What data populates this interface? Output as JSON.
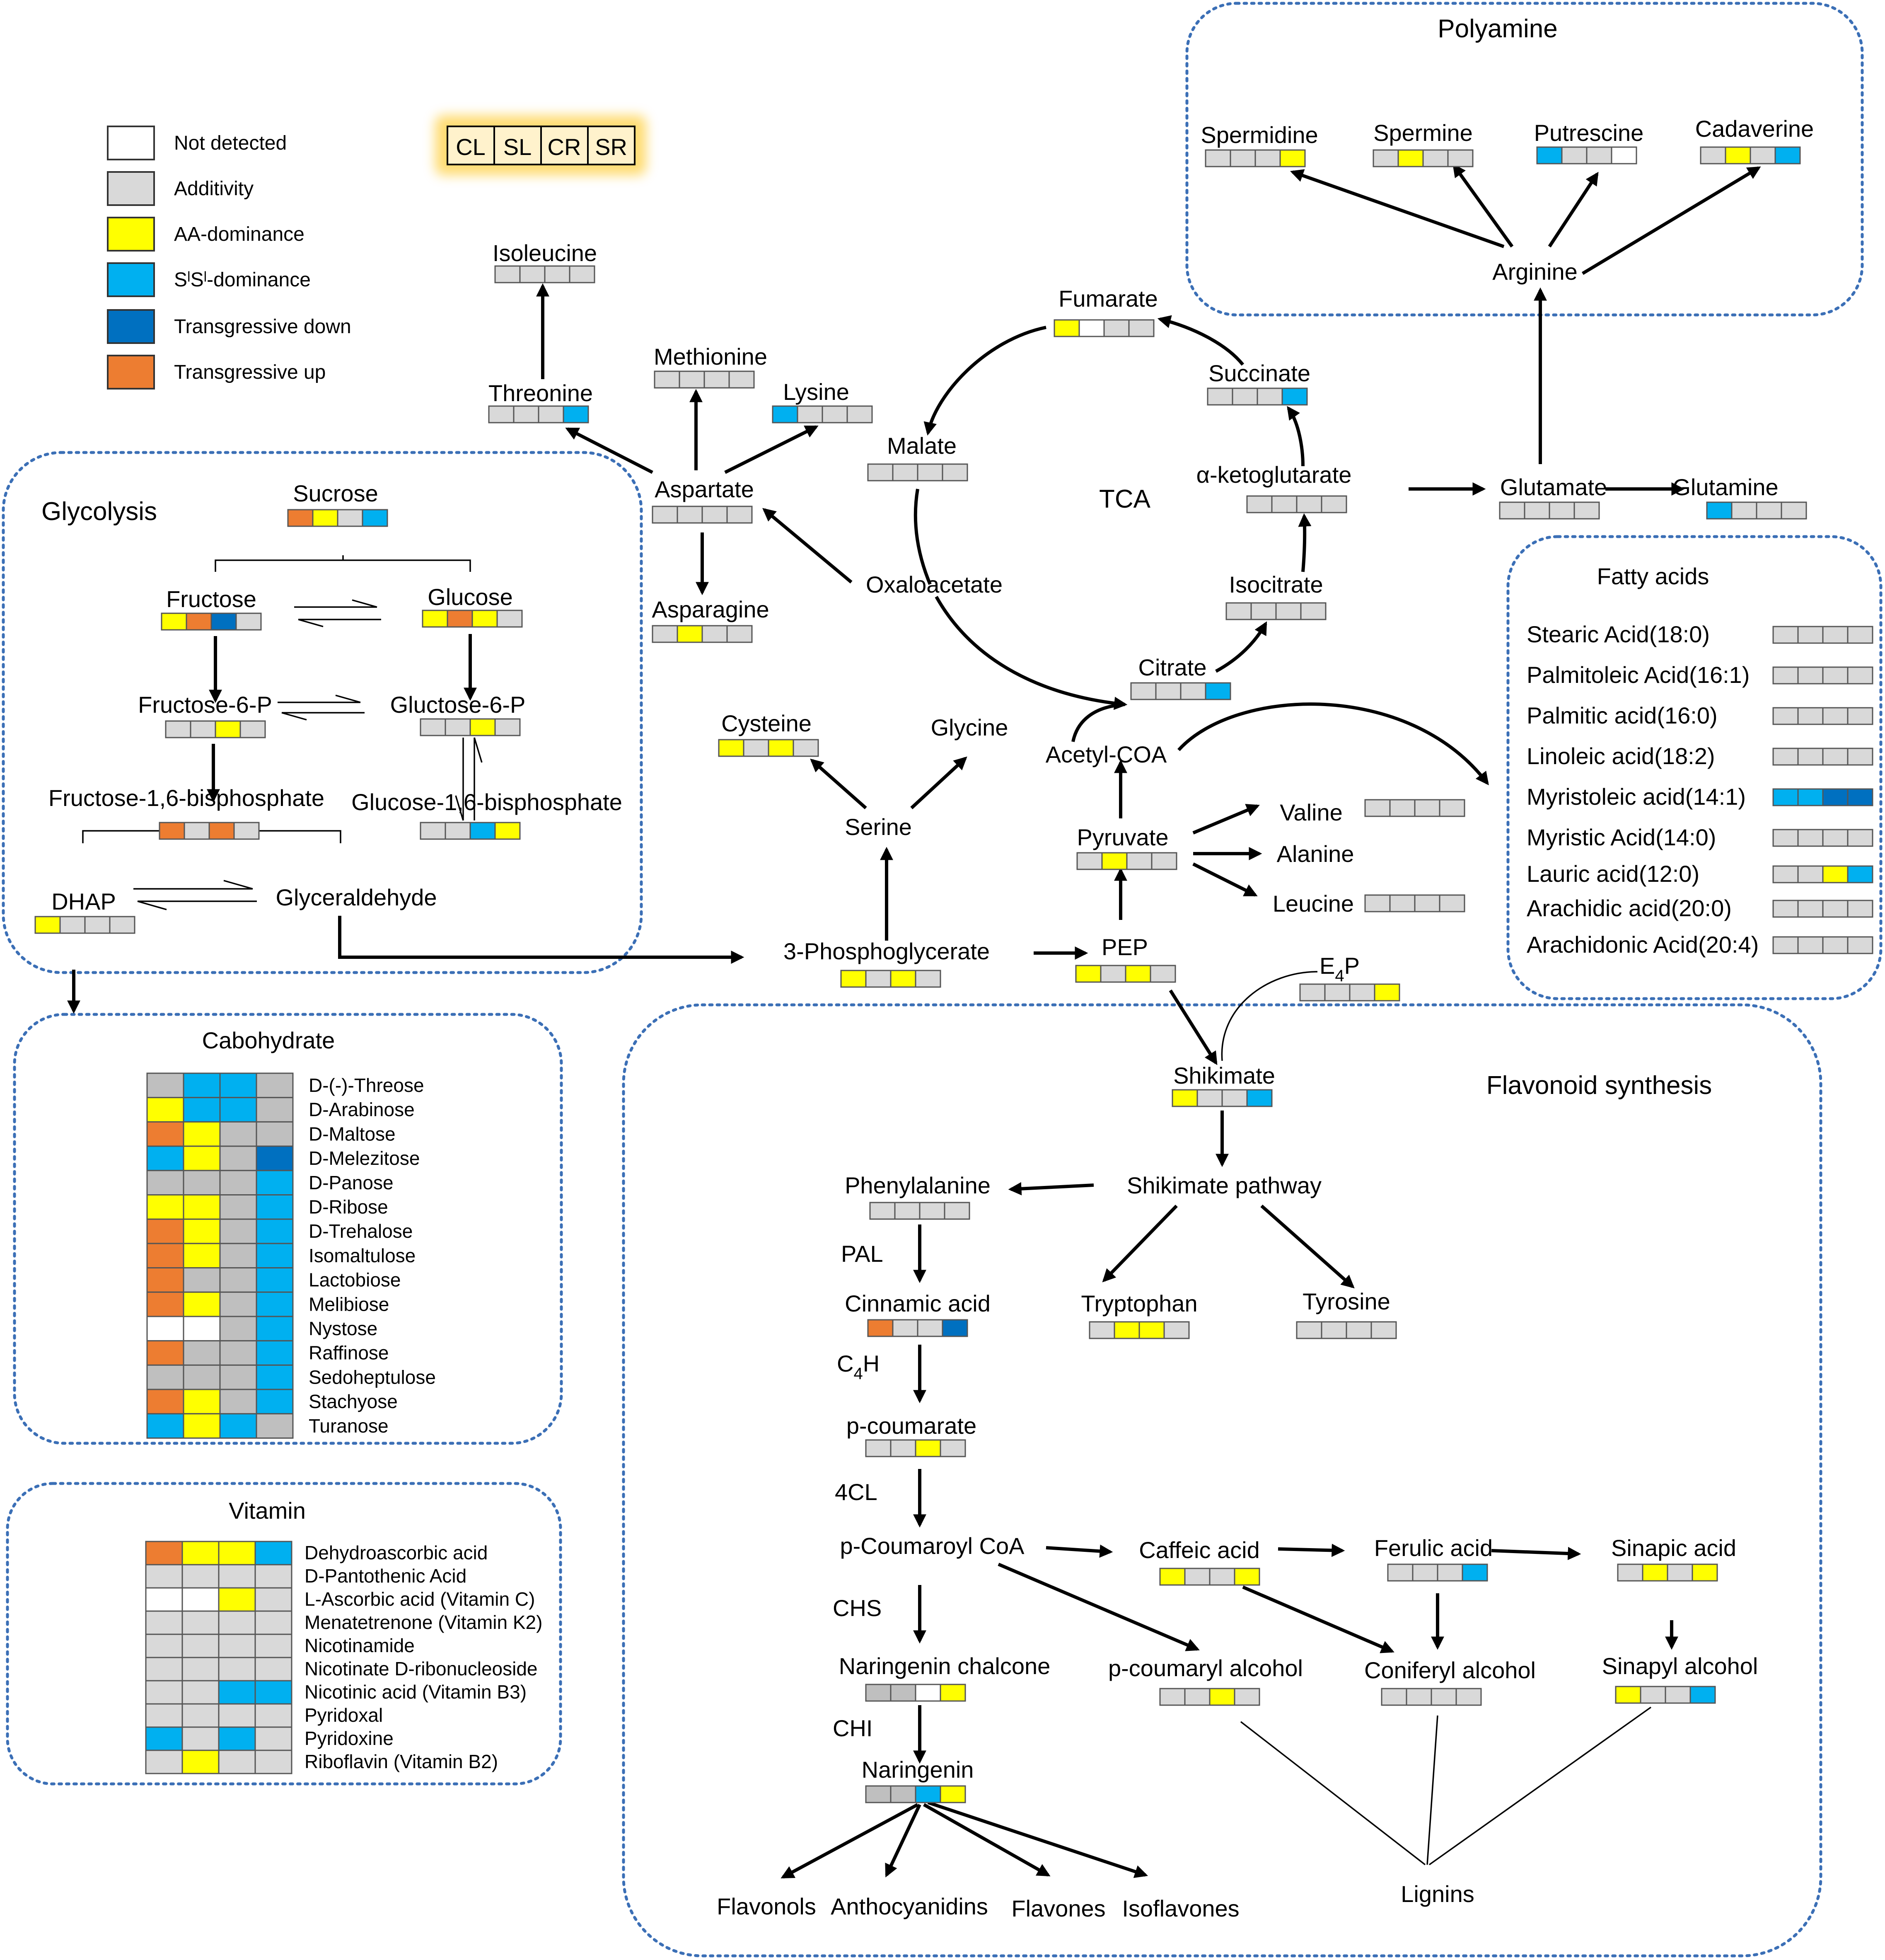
{
  "colors": {
    "N": "#ffffff",
    "A": "#d9d9d9",
    "Y": "#ffff00",
    "C": "#00b0f0",
    "D": "#0070c0",
    "O": "#ed7d31",
    "G": "#bfbfbf"
  },
  "legend": {
    "items": [
      {
        "key": "N",
        "label": "Not detected"
      },
      {
        "key": "A",
        "label": "Additivity"
      },
      {
        "key": "Y",
        "label": "AA-dominance"
      },
      {
        "key": "C",
        "label": "SˡSˡ-dominance"
      },
      {
        "key": "D",
        "label": "Transgressive down"
      },
      {
        "key": "O",
        "label": "Transgressive up"
      }
    ],
    "order_cells": [
      "CL",
      "SL",
      "CR",
      "SR"
    ]
  },
  "sections": {
    "polyamine": "Polyamine",
    "glycolysis": "Glycolysis",
    "tca": "TCA",
    "fatty_acids": "Fatty acids",
    "carbohydrate": "Cabohydrate",
    "vitamin": "Vitamin",
    "flavonoid": "Flavonoid synthesis"
  },
  "metabolites": [
    {
      "label": "Spermidine",
      "colors": "AAAY"
    },
    {
      "label": "Spermine",
      "colors": "AYAA"
    },
    {
      "label": "Putrescine",
      "colors": "CAAN"
    },
    {
      "label": "Cadaverine",
      "colors": "AYAC"
    },
    {
      "label": "Arginine",
      "colors": ""
    },
    {
      "label": "Isoleucine",
      "colors": "AAAA"
    },
    {
      "label": "Fumarate",
      "colors": "YNAA"
    },
    {
      "label": "Methionine",
      "colors": "AAAA"
    },
    {
      "label": "Threonine",
      "colors": "AAAC"
    },
    {
      "label": "Lysine",
      "colors": "CAAA"
    },
    {
      "label": "Succinate",
      "colors": "AAAC"
    },
    {
      "label": "Malate",
      "colors": "AAAA"
    },
    {
      "label": "Aspartate",
      "colors": "AAAA"
    },
    {
      "label": "α-ketoglutarate",
      "colors": "AAAA"
    },
    {
      "label": "Glutamate",
      "colors": "AAAA"
    },
    {
      "label": "Glutamine",
      "colors": "CAAA"
    },
    {
      "label": "Sucrose",
      "colors": "OYAC"
    },
    {
      "label": "Fructose",
      "colors": "YODA"
    },
    {
      "label": "Glucose",
      "colors": "YOYA"
    },
    {
      "label": "Oxaloacetate",
      "colors": ""
    },
    {
      "label": "Asparagine",
      "colors": "AYAA"
    },
    {
      "label": "Isocitrate",
      "colors": "AAAA"
    },
    {
      "label": "Citrate",
      "colors": "AAAC"
    },
    {
      "label": "Fructose-6-P",
      "colors": "AAYA"
    },
    {
      "label": "Gluctose-6-P",
      "colors": "AAYA"
    },
    {
      "label": "Cysteine",
      "colors": "YAYA"
    },
    {
      "label": "Glycine",
      "colors": ""
    },
    {
      "label": "Acetyl-COA",
      "colors": ""
    },
    {
      "label": "Fructose-1,6-bisphosphate",
      "colors": "OAOA"
    },
    {
      "label": "Glucose-1,6-bisphosphate",
      "colors": "AACY"
    },
    {
      "label": "Serine",
      "colors": ""
    },
    {
      "label": "Valine",
      "colors": "AAAA"
    },
    {
      "label": "Pyruvate",
      "colors": "AYAA"
    },
    {
      "label": "Alanine",
      "colors": ""
    },
    {
      "label": "DHAP",
      "colors": "YAAA"
    },
    {
      "label": "Glyceraldehyde",
      "colors": ""
    },
    {
      "label": "Leucine",
      "colors": "AAAA"
    },
    {
      "label": "PEP",
      "colors": "YAYA"
    },
    {
      "label": "3-Phosphoglycerate",
      "colors": "YAYA"
    },
    {
      "label": "Shikimate",
      "colors": "YAAC"
    },
    {
      "label": "Shikimate pathway",
      "colors": ""
    },
    {
      "label": "Phenylalanine",
      "colors": "AAAA"
    },
    {
      "label": "Cinnamic acid",
      "colors": "OAAD"
    },
    {
      "label": "Tryptophan",
      "colors": "AYYA"
    },
    {
      "label": "Tyrosine",
      "colors": "AAAA"
    },
    {
      "label": "p-coumarate",
      "colors": "AAYA"
    },
    {
      "label": "p-Coumaroyl CoA",
      "colors": ""
    },
    {
      "label": "Caffeic acid",
      "colors": "YAAY"
    },
    {
      "label": "Ferulic acid",
      "colors": "AAAC"
    },
    {
      "label": "Sinapic acid",
      "colors": "AYAY"
    },
    {
      "label": "Naringenin chalcone",
      "colors": "GGNY"
    },
    {
      "label": "p-coumaryl alcohol",
      "colors": "AAYA"
    },
    {
      "label": "Coniferyl alcohol",
      "colors": "AAAA"
    },
    {
      "label": "Sinapyl alcohol",
      "colors": "YAAC"
    },
    {
      "label": "Naringenin",
      "colors": "GGCY"
    },
    {
      "label": "Flavonols",
      "colors": ""
    },
    {
      "label": "Anthocyanidins",
      "colors": ""
    },
    {
      "label": "Flavones",
      "colors": ""
    },
    {
      "label": "Isoflavones",
      "colors": ""
    },
    {
      "label": "Lignins",
      "colors": ""
    }
  ],
  "e4p": {
    "main": "E",
    "sub": "4",
    "tail": "P",
    "colors": "AAAY"
  },
  "enzymes": [
    {
      "label": "PAL"
    },
    {
      "main": "C",
      "sub": "4",
      "tail": "H"
    },
    {
      "label": "4CL"
    },
    {
      "label": "CHS"
    },
    {
      "label": "CHI"
    }
  ],
  "fatty_acids": [
    {
      "label": "Stearic Acid(18:0)",
      "colors": "AAAA"
    },
    {
      "label": "Palmitoleic Acid(16:1)",
      "colors": "AAAA"
    },
    {
      "label": "Palmitic acid(16:0)",
      "colors": "AAAA"
    },
    {
      "label": "Linoleic acid(18:2)",
      "colors": "AAAA"
    },
    {
      "label": "Myristoleic acid(14:1)",
      "colors": "CCDD"
    },
    {
      "label": "Myristic Acid(14:0)",
      "colors": "AAAA"
    },
    {
      "label": "Lauric acid(12:0)",
      "colors": "AAYC"
    },
    {
      "label": "Arachidic acid(20:0)",
      "colors": "AAAA"
    },
    {
      "label": "Arachidonic Acid(20:4)",
      "colors": "AAAA"
    }
  ],
  "carbohydrates": [
    {
      "label": "D-(-)-Threose",
      "colors": "GCCG"
    },
    {
      "label": "D-Arabinose",
      "colors": "YCCG"
    },
    {
      "label": "D-Maltose",
      "colors": "OYGG"
    },
    {
      "label": "D-Melezitose",
      "colors": "CYGD"
    },
    {
      "label": "D-Panose",
      "colors": "GGGC"
    },
    {
      "label": "D-Ribose",
      "colors": "YYGC"
    },
    {
      "label": "D-Trehalose",
      "colors": "OYGC"
    },
    {
      "label": "Isomaltulose",
      "colors": "OYGC"
    },
    {
      "label": "Lactobiose",
      "colors": "OGGC"
    },
    {
      "label": "Melibiose",
      "colors": "OYGC"
    },
    {
      "label": "Nystose",
      "colors": "NNGC"
    },
    {
      "label": "Raffinose",
      "colors": "OGGC"
    },
    {
      "label": "Sedoheptulose",
      "colors": "GGGC"
    },
    {
      "label": "Stachyose",
      "colors": "OYGC"
    },
    {
      "label": "Turanose",
      "colors": "CYCG"
    }
  ],
  "vitamins": [
    {
      "label": "Dehydroascorbic acid",
      "colors": "OYYC"
    },
    {
      "label": "D-Pantothenic Acid",
      "colors": "AAAA"
    },
    {
      "label": "L-Ascorbic acid (Vitamin C)",
      "colors": "NNYA"
    },
    {
      "label": "Menatetrenone (Vitamin K2)",
      "colors": "AAAA"
    },
    {
      "label": "Nicotinamide",
      "colors": "AAAA"
    },
    {
      "label": "Nicotinate D-ribonucleoside",
      "colors": "AAAA"
    },
    {
      "label": "Nicotinic acid (Vitamin B3)",
      "colors": "AACC"
    },
    {
      "label": "Pyridoxal",
      "colors": "AAAA"
    },
    {
      "label": "Pyridoxine",
      "colors": "CACA"
    },
    {
      "label": "Riboflavin (Vitamin B2)",
      "colors": "AYAA"
    }
  ]
}
